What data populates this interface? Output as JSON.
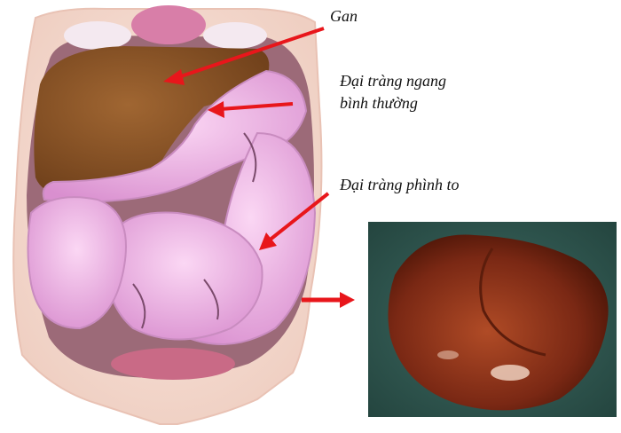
{
  "labels": {
    "liver": "Gan",
    "transverse_colon_line1": "Đại tràng ngang",
    "transverse_colon_line2": "bình thường",
    "dilated_colon": "Đại tràng phình to"
  },
  "colors": {
    "arrow": "#e8161b",
    "liver": "#8a5326",
    "colon": "#f1b8e6",
    "skin": "#f6ddd2",
    "photo_bg": "#2f5a52",
    "photo_colon": "#8e2f16"
  },
  "images": [
    "abdominal-anatomy-illustration",
    "dilated-colon-photo"
  ]
}
